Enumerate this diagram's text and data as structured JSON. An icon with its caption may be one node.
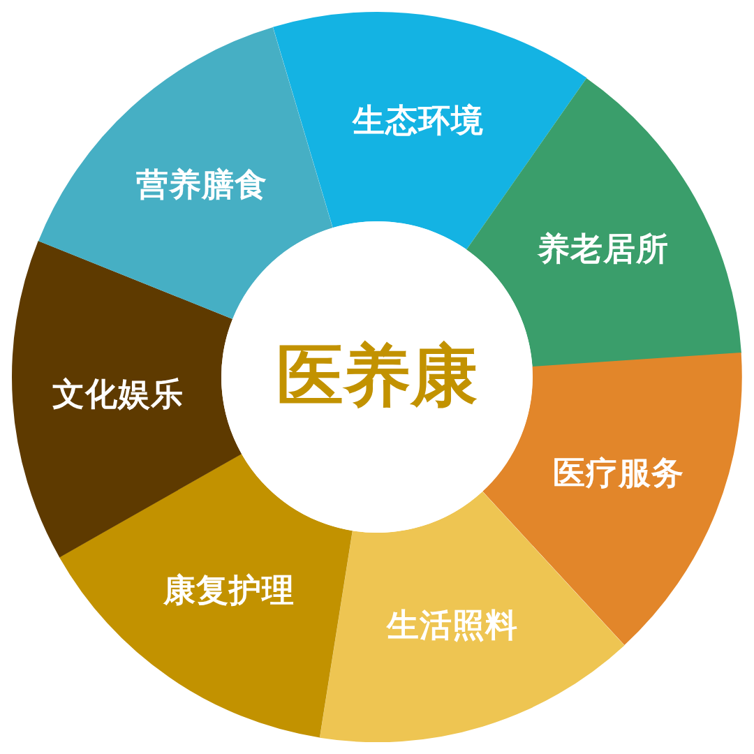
{
  "diagram": {
    "nodes": [
      {
        "text": [
          "医养康"
        ]
      },
      {
        "text": [
          "生态环境"
        ]
      },
      {
        "text": [
          "养老居所"
        ]
      },
      {
        "text": [
          "医疗服务"
        ]
      },
      {
        "text": [
          "生活照料"
        ]
      },
      {
        "text": [
          "康复护理"
        ]
      },
      {
        "text": [
          "文化娱乐"
        ]
      },
      {
        "text": [
          "营养膳食"
        ]
      }
    ]
  }
}
